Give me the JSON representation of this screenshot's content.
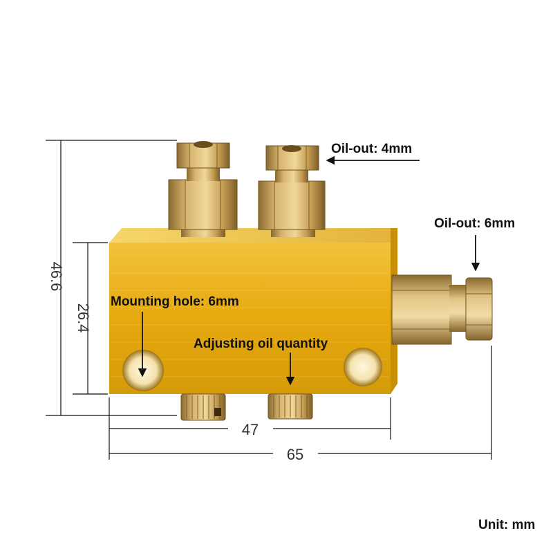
{
  "labels": {
    "oil_out_4": "Oil-out: 4mm",
    "oil_out_6": "Oil-out: 6mm",
    "mounting_hole": "Mounting hole: 6mm",
    "adjusting": "Adjusting oil quantity",
    "unit": "Unit: mm"
  },
  "dimensions": {
    "total_height": "46.6",
    "body_height": "26.4",
    "hole_spacing": "47",
    "total_width": "65"
  },
  "colors": {
    "body": "#e7ad12",
    "brass": "#c9a458",
    "line": "#111111"
  }
}
